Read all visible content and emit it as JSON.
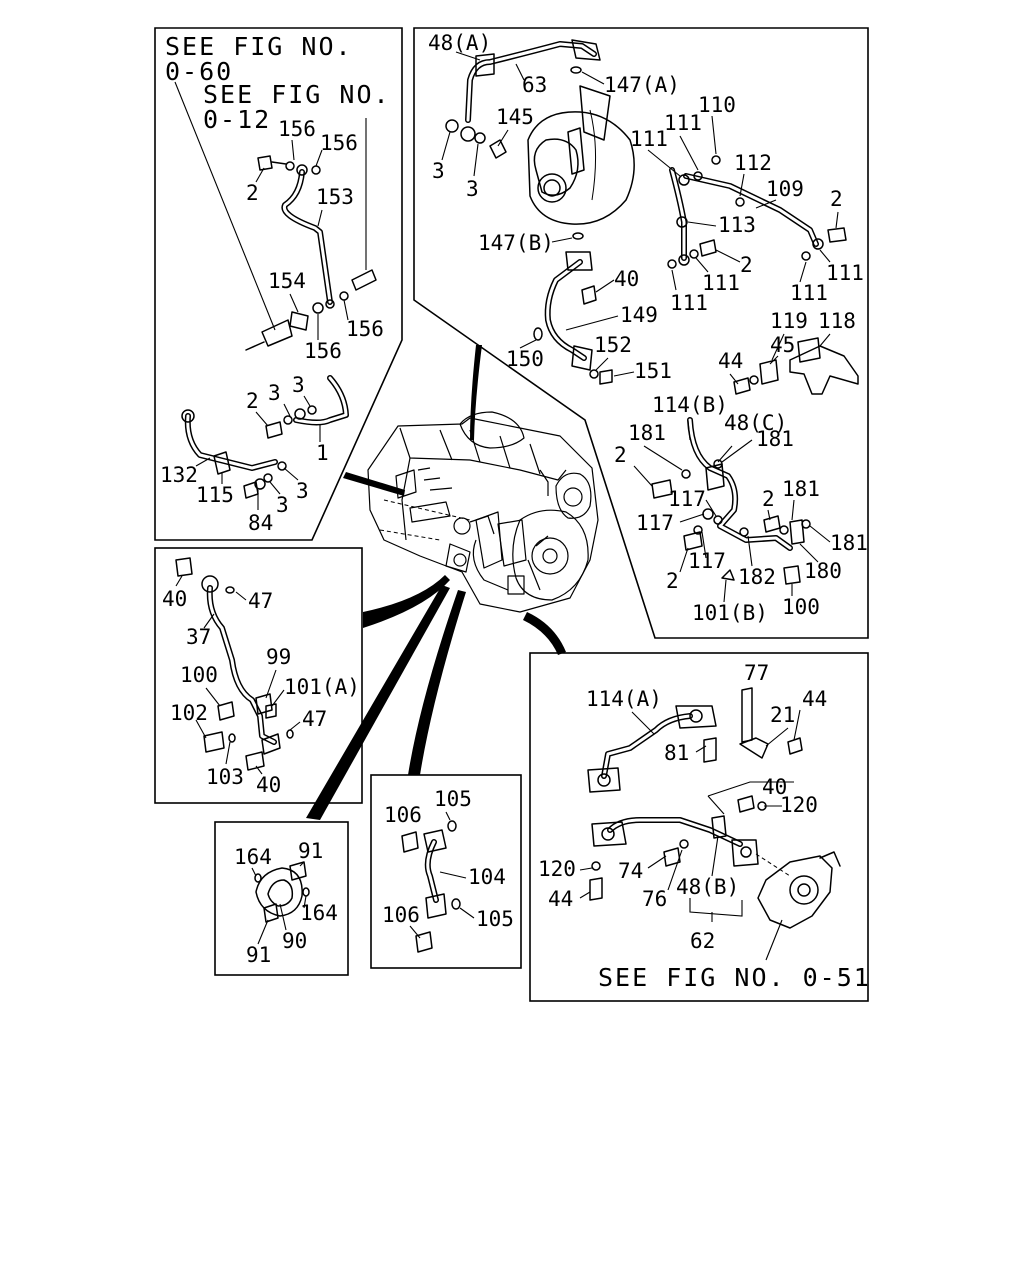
{
  "references": {
    "top_left_primary": [
      "SEE FIG NO.",
      "0-60"
    ],
    "top_left_secondary": [
      "SEE FIG NO.",
      "0-12"
    ],
    "bottom_right": "SEE FIG NO. 0-51"
  },
  "callouts": {
    "fig060": [
      "156",
      "156",
      "2",
      "153",
      "154",
      "156",
      "156",
      "2",
      "3",
      "3",
      "1",
      "132",
      "115",
      "84",
      "3",
      "3"
    ],
    "turbo": [
      "48(A)",
      "63",
      "147(A)",
      "145",
      "3",
      "3",
      "110",
      "111",
      "111",
      "112",
      "109",
      "2",
      "113",
      "2",
      "111",
      "111",
      "111",
      "111",
      "147(B)",
      "40",
      "149",
      "152",
      "150",
      "151",
      "119",
      "118",
      "45",
      "44"
    ],
    "return": [
      "114(B)",
      "181",
      "48(C)",
      "181",
      "2",
      "117",
      "2",
      "181",
      "117",
      "181",
      "180",
      "117",
      "2",
      "182",
      "100",
      "101(B)"
    ],
    "drain": [
      "40",
      "47",
      "37",
      "99",
      "100",
      "101(A)",
      "102",
      "47",
      "103",
      "40"
    ],
    "small_a": [
      "164",
      "91",
      "164",
      "90",
      "91"
    ],
    "small_b": [
      "106",
      "105",
      "104",
      "106",
      "105"
    ],
    "oil": [
      "77",
      "44",
      "114(A)",
      "21",
      "81",
      "40",
      "120",
      "120",
      "74",
      "48(B)",
      "76",
      "44",
      "62"
    ]
  }
}
